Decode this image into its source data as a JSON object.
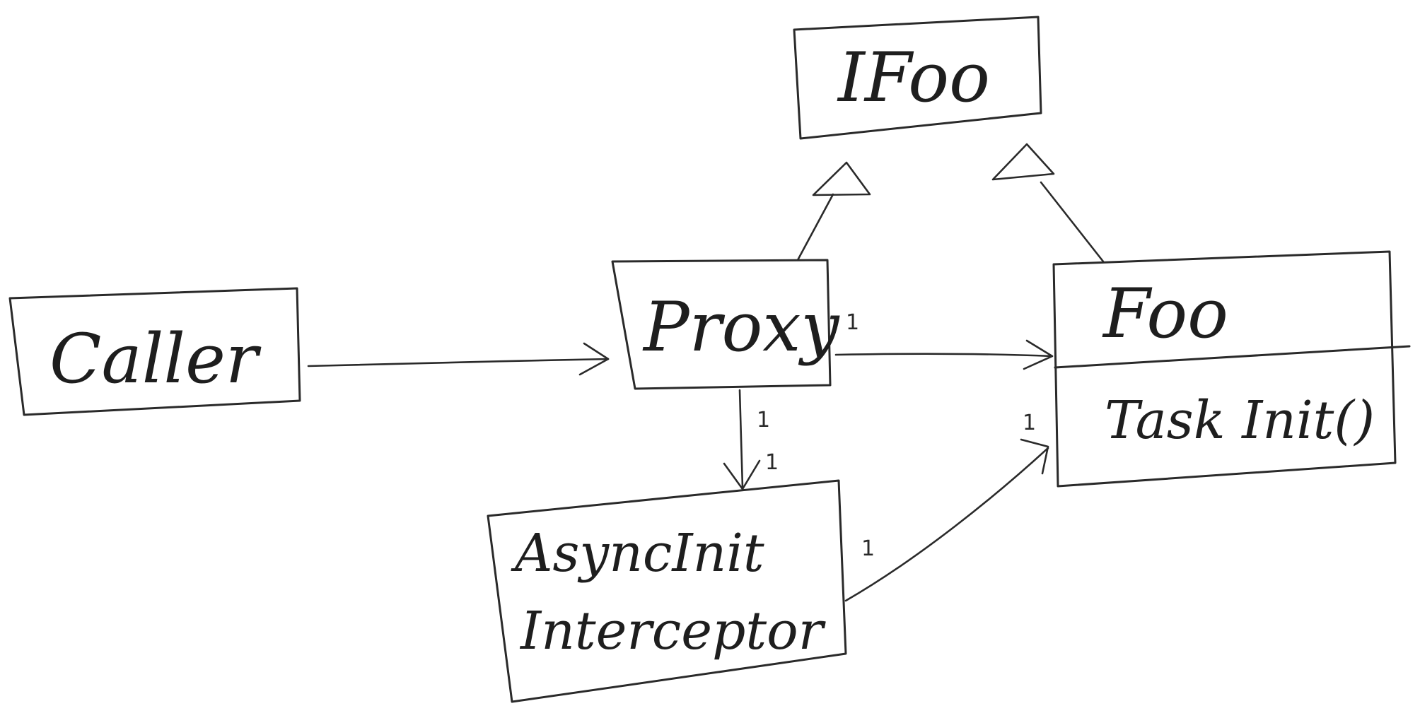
{
  "nodes": {
    "ifoo": {
      "label": "IFoo"
    },
    "caller": {
      "label": "Caller"
    },
    "proxy": {
      "label": "Proxy"
    },
    "foo": {
      "label": "Foo",
      "method": "Task Init()"
    },
    "interceptor": {
      "line1": "AsyncInit",
      "line2": "Interceptor"
    }
  },
  "multiplicities": {
    "proxy_to_foo_source": "1",
    "proxy_to_interceptor_source": "1",
    "proxy_to_interceptor_target": "1",
    "interceptor_to_foo_source": "1",
    "interceptor_to_foo_target": "1"
  }
}
